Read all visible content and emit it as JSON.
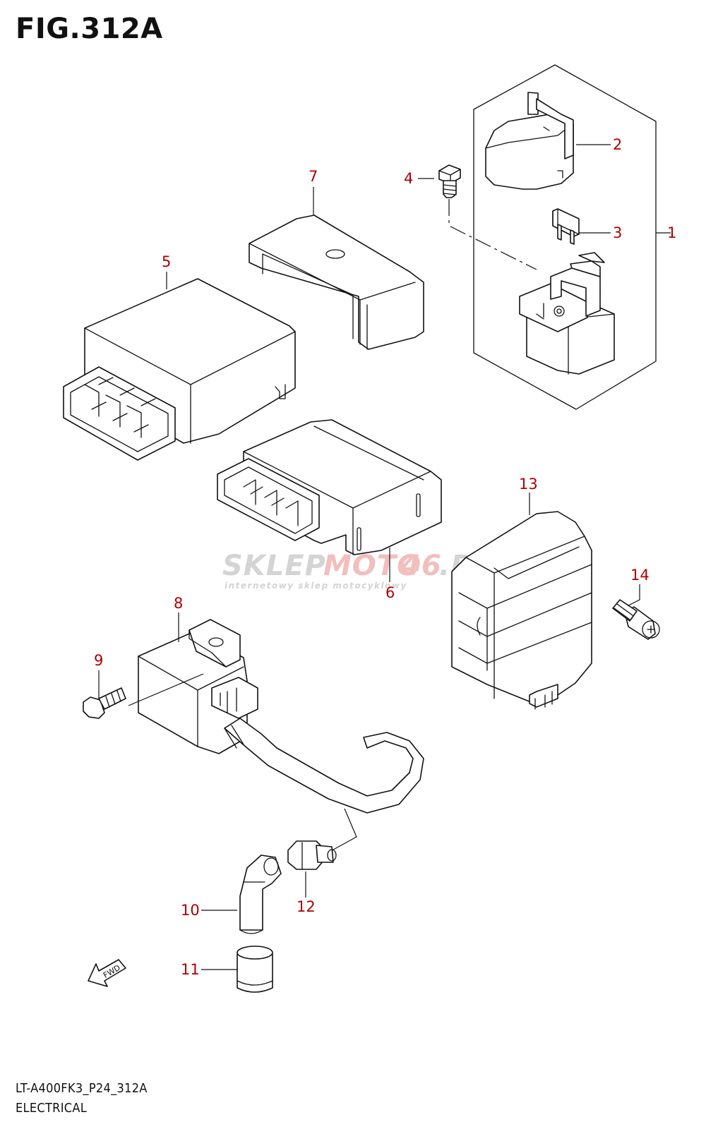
{
  "figure": {
    "title": "FIG.312A",
    "code": "LT-A400FK3_P24_312A",
    "description": "ELECTRICAL"
  },
  "callouts": [
    "1",
    "2",
    "3",
    "4",
    "5",
    "6",
    "7",
    "8",
    "9",
    "10",
    "11",
    "12",
    "13",
    "14"
  ],
  "watermark": {
    "part1": "SKLEP",
    "part2": "MOTO",
    "part3": "46",
    "part4": ".PL",
    "tagline": "internetowy sklep motocyklowy"
  },
  "fwd_label": "FWD",
  "colors": {
    "line": "#111111",
    "callout": "#b00000",
    "watermark_grey": "#d0d0d0",
    "watermark_red": "#f2b8b8"
  }
}
